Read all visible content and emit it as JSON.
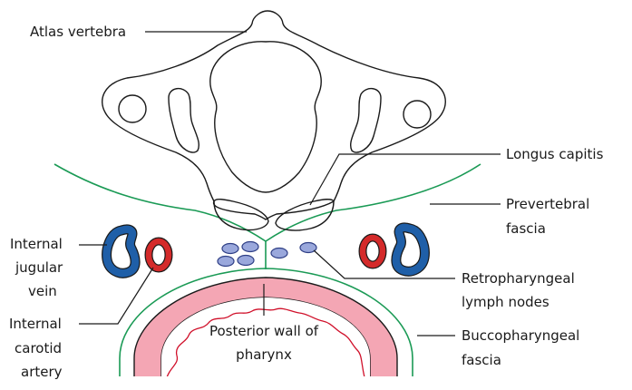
{
  "labels": {
    "atlas": "Atlas vertebra",
    "longus": "Longus capitis",
    "prevertebral_1": "Prevertebral",
    "prevertebral_2": "fascia",
    "ijv_1": "Internal",
    "ijv_2": "jugular",
    "ijv_3": "vein",
    "ica_1": "Internal",
    "ica_2": "carotid",
    "ica_3": "artery",
    "retro_1": "Retropharyngeal",
    "retro_2": "lymph nodes",
    "bucco_1": "Buccopharyngeal",
    "bucco_2": "fascia",
    "pharynx_1": "Posterior wall of",
    "pharynx_2": "pharynx"
  },
  "colors": {
    "outline": "#1a1a1a",
    "fascia": "#1a9a55",
    "muscle": "#f3a6b2",
    "pharynx_wall": "#f4a6b4",
    "mucosa_line": "#d0102a",
    "vein": "#1f5fa8",
    "artery": "#d42a2a",
    "lymph_node": "#9aa8dc",
    "lymph_node_stroke": "#2f3f86"
  }
}
